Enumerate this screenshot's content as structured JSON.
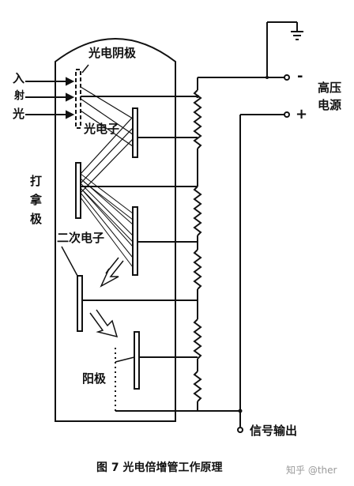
{
  "labels": {
    "incident_1": "入",
    "incident_2": "射",
    "incident_3": "光",
    "photocathode": "光电阴极",
    "photoelectrons": "光电子",
    "dynode_1": "打",
    "dynode_2": "拿",
    "dynode_3": "极",
    "secondary_electrons": "二次电子",
    "anode": "阳极",
    "hv_1": "高压",
    "hv_2": "电源",
    "minus": "-",
    "plus": "+",
    "signal_out": "信号输出"
  },
  "caption": "图 7   光电倍增管工作原理",
  "watermark": "知乎 @ther"
}
